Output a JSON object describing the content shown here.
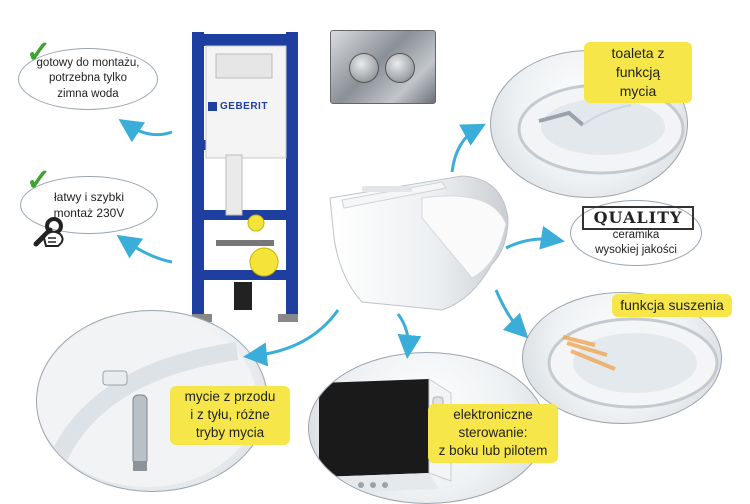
{
  "features": {
    "ready": {
      "text": "gotowy do montażu,\npotrzebna tylko\nzimna woda",
      "icon": "checkmark-icon"
    },
    "install": {
      "text": "łatwy i szybki\nmontaż 230V",
      "icon": "checkmark-icon",
      "tool_icon": "wrench-hand-icon"
    },
    "washing": {
      "text": "toaleta z funkcją\nmycia"
    },
    "quality": {
      "logo": "QUALITY",
      "text": "ceramika\nwysokiej jakości"
    },
    "drying": {
      "text": "funkcja suszenia"
    },
    "modes": {
      "text": "mycie z przodu\ni z tyłu, różne\ntryby mycia"
    },
    "control": {
      "text": "elektroniczne\nsterowanie:\nz boku lub pilotem"
    }
  },
  "frame": {
    "brand": "GEBERIT"
  },
  "colors": {
    "accent_yellow": "#f7e64a",
    "arrow_blue": "#3aaed8",
    "check_green": "#3ea32c",
    "frame_blue": "#1f3fa0"
  }
}
